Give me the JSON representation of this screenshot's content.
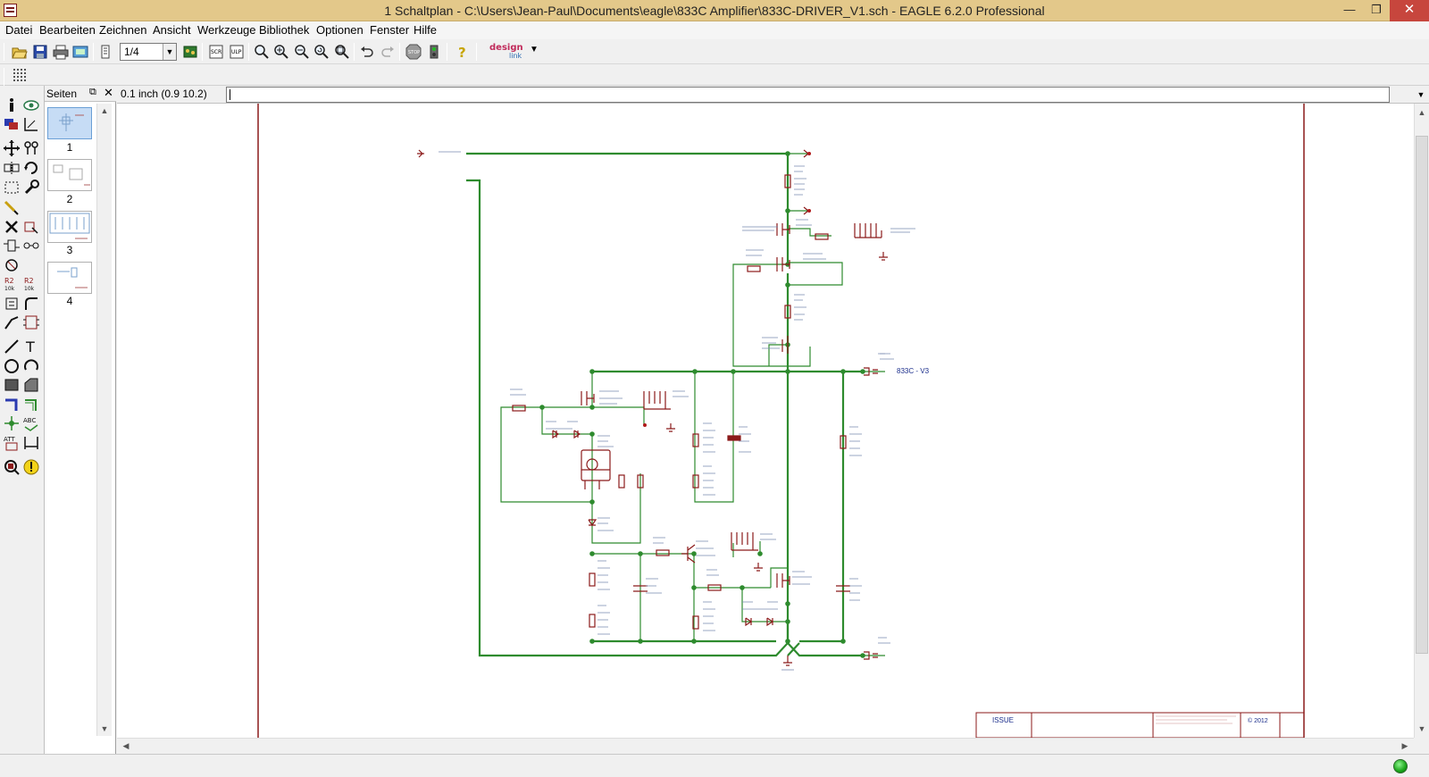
{
  "window": {
    "title": "1 Schaltplan - C:\\Users\\Jean-Paul\\Documents\\eagle\\833C Amplifier\\833C-DRIVER_V1.sch - EAGLE 6.2.0 Professional",
    "minimize": "—",
    "maximize": "❐",
    "close": "✕"
  },
  "menu": [
    "Datei",
    "Bearbeiten",
    "Zeichnen",
    "Ansicht",
    "Werkzeuge",
    "Bibliothek",
    "Optionen",
    "Fenster",
    "Hilfe"
  ],
  "toolbar": {
    "sheet_value": "1/4",
    "designlink_label": "design",
    "designlink_sub": "link",
    "icons": [
      "open-icon",
      "save-icon",
      "print-icon",
      "cam-icon",
      "sheet-icon",
      "board-icon",
      "script-icon",
      "ulp-icon",
      "zoom-fit-icon",
      "zoom-in-icon",
      "zoom-out-icon",
      "zoom-redraw-icon",
      "zoom-select-icon",
      "undo-icon",
      "redo-icon",
      "stop-icon",
      "go-icon",
      "help-icon"
    ]
  },
  "sheets_panel": {
    "title": "Seiten",
    "pages": [
      "1",
      "2",
      "3",
      "4"
    ]
  },
  "command": {
    "coordinate": "0.1 inch (0.9 10.2)",
    "input": ""
  },
  "schematic": {
    "output_label": "833C - V3",
    "frame_issue": "ISSUE",
    "frame_year": "© 2012",
    "colors": {
      "wire": "#2e8b2e",
      "part": "#8b1a1a",
      "label": "#1a2d8b",
      "frame": "#8b1a1a"
    }
  },
  "status": {
    "text": ""
  }
}
